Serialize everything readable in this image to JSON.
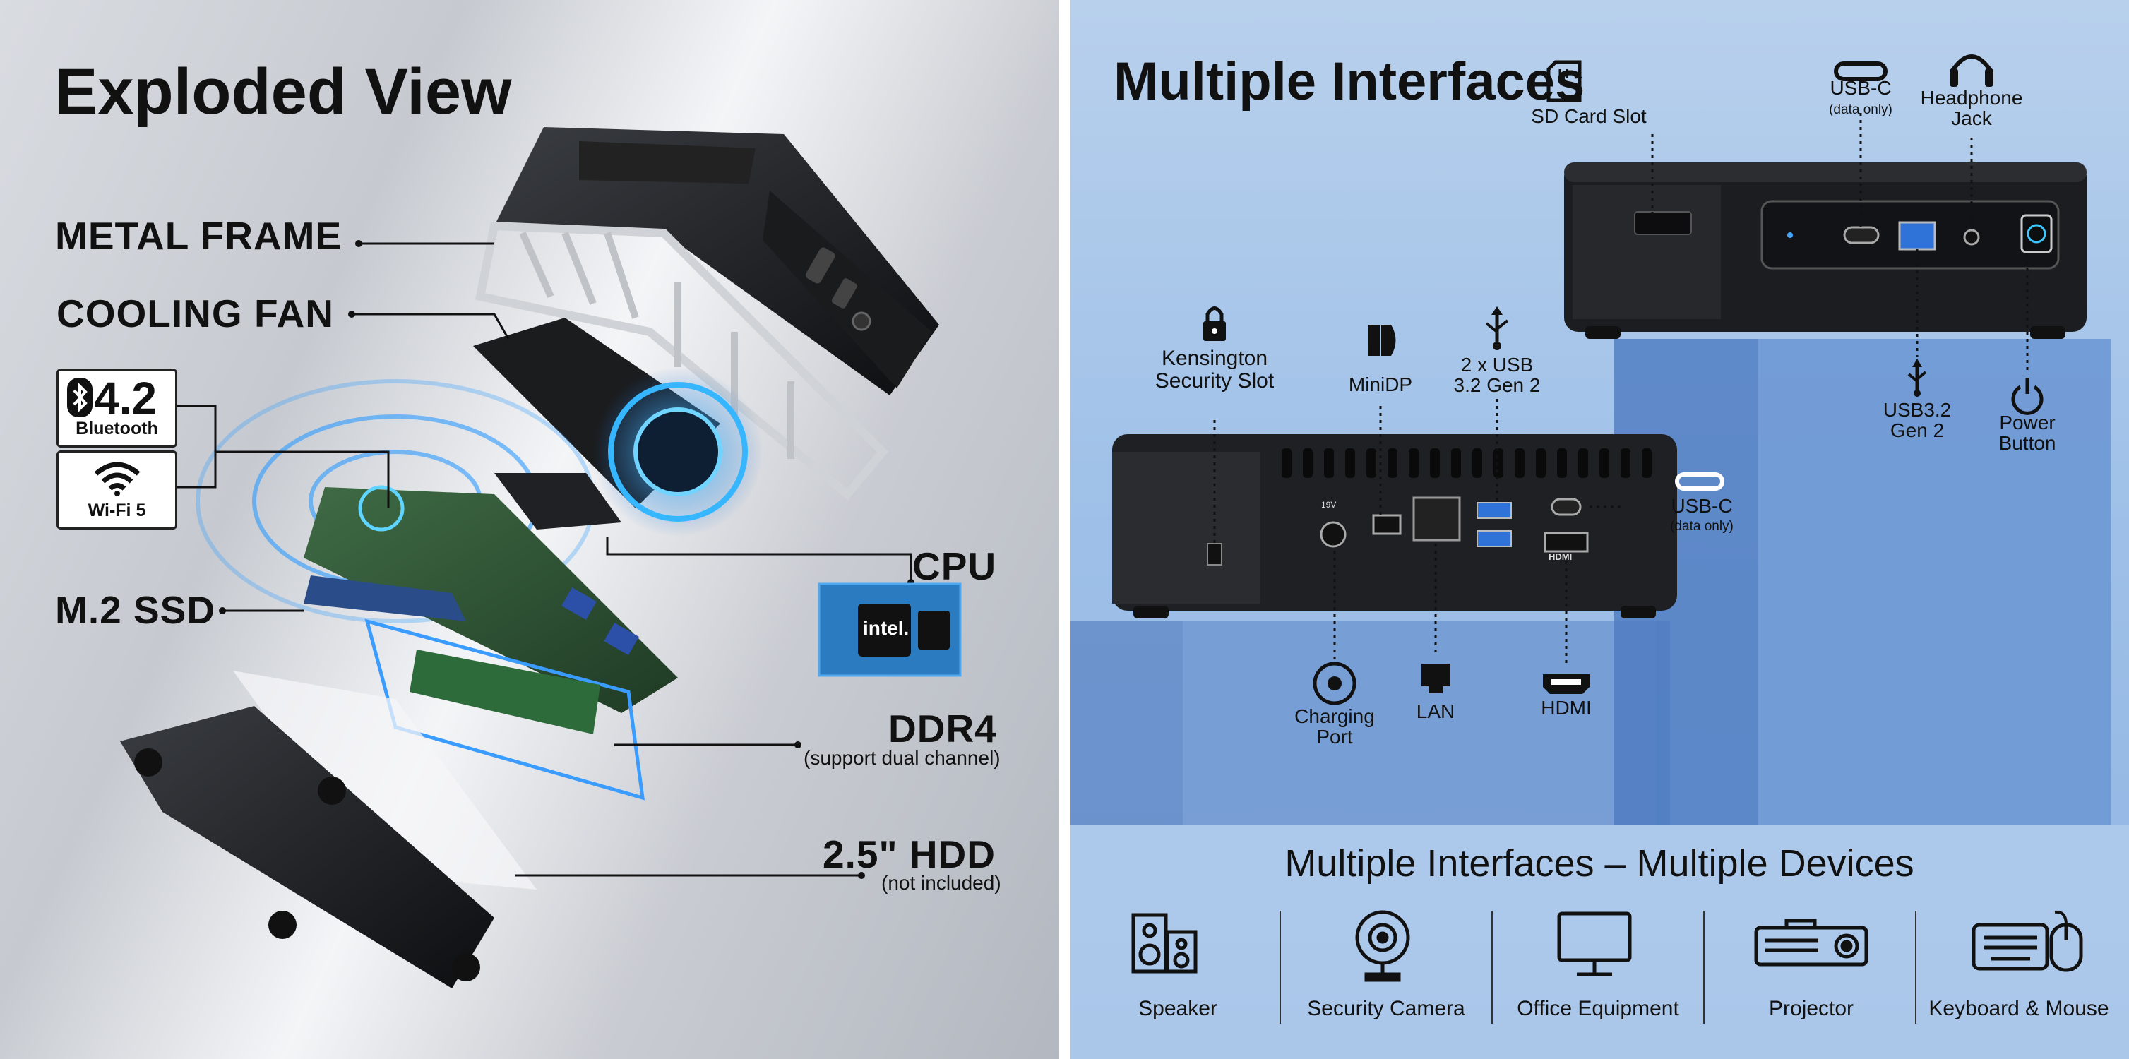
{
  "left": {
    "title": "Exploded View",
    "labels": {
      "metal_frame": "METAL FRAME",
      "cooling_fan": "COOLING FAN",
      "m2_ssd": "M.2 SSD",
      "cpu": "CPU",
      "ddr4": "DDR4",
      "ddr4_note": "(support dual channel)",
      "hdd": "2.5\" HDD",
      "hdd_note": "(not included)"
    },
    "bluetooth": {
      "version": "4.2",
      "label": "Bluetooth"
    },
    "wifi": {
      "label": "Wi-Fi 5"
    },
    "chip_brand": "intel."
  },
  "right": {
    "title": "Multiple Interfaces",
    "callouts": {
      "sd_card": "SD Card Slot",
      "usbc_top": "USB-C",
      "usbc_top_note": "(data only)",
      "headphone": [
        "Headphone",
        "Jack"
      ],
      "kensington": [
        "Kensington",
        "Security Slot"
      ],
      "minidp": "MiniDP",
      "usb_back": [
        "2 x USB",
        "3.2 Gen 2"
      ],
      "usbc_side": "USB-C",
      "usbc_side_note": "(data only)",
      "usb32_front": [
        "USB3.2",
        "Gen 2"
      ],
      "power": [
        "Power",
        "Button"
      ],
      "charging": [
        "Charging",
        "Port"
      ],
      "lan": "LAN",
      "hdmi": "HDMI"
    },
    "port_marks": {
      "dc": "19V",
      "hdmi": "HDMI"
    },
    "bottom_title": "Multiple Interfaces – Multiple Devices",
    "devices": [
      {
        "label": "Speaker",
        "icon": "speaker-icon"
      },
      {
        "label": "Security Camera",
        "icon": "security-camera-icon"
      },
      {
        "label": "Office Equipment",
        "icon": "monitor-icon"
      },
      {
        "label": "Projector",
        "icon": "projector-icon"
      },
      {
        "label": "Keyboard & Mouse",
        "icon": "keyboard-mouse-icon"
      }
    ]
  }
}
